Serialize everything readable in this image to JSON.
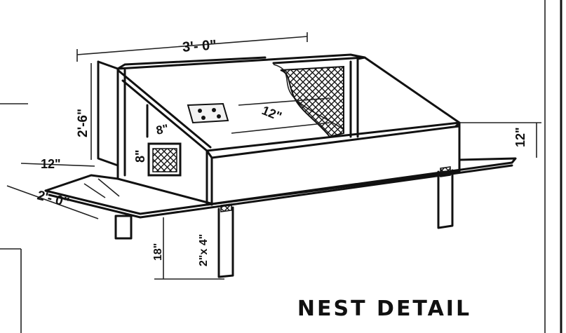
{
  "drawing": {
    "title": "NEST DETAIL",
    "dimensions": {
      "width_top": "3'- 0\"",
      "height_back": "2'-6\"",
      "depth_inner": "12\"",
      "right_height": "12\"",
      "entry_width": "8\"",
      "entry_height": "8\"",
      "platform_width": "12\"",
      "platform_length": "2'- 0\"",
      "leg_height": "18\"",
      "leg_size": "2\"x 4\""
    }
  }
}
